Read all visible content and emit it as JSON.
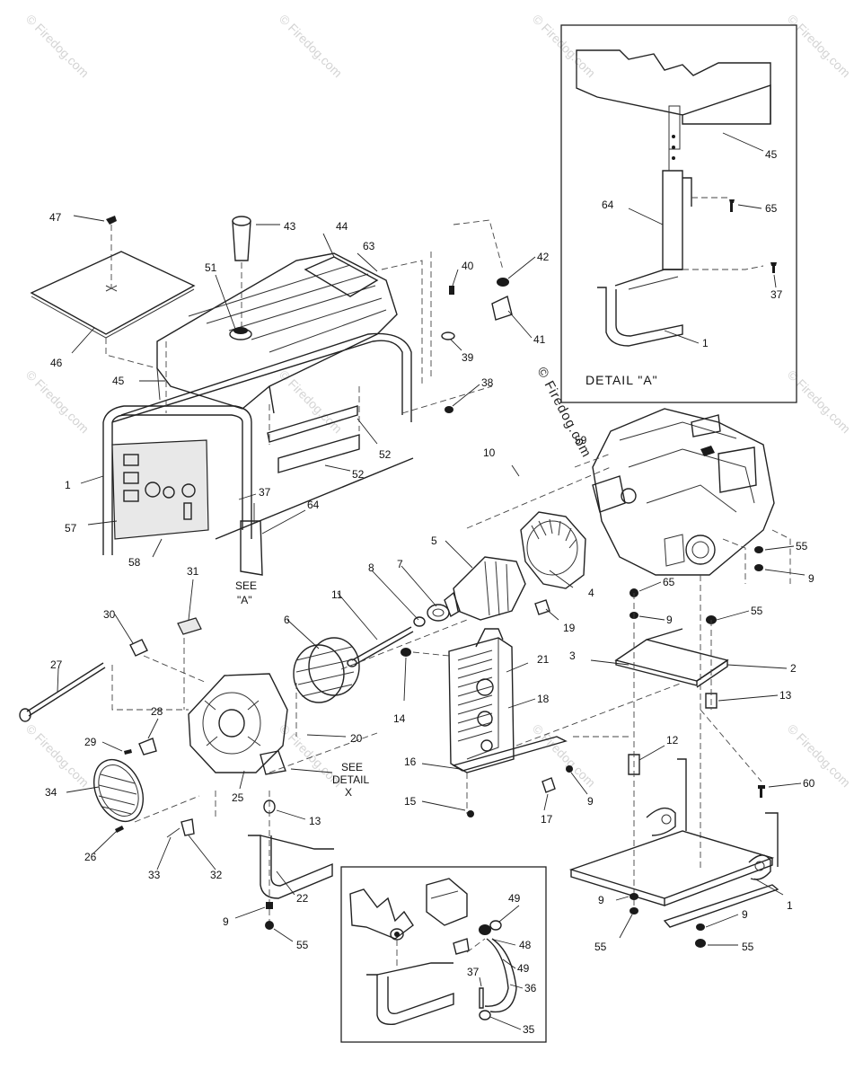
{
  "watermark": "© Firedog.com",
  "detail_a": {
    "title": "DETAIL  \"A\""
  },
  "see_a": {
    "line1": "SEE",
    "line2": "\"A\""
  },
  "see_detail_x": {
    "line1": "SEE",
    "line2": "DETAIL",
    "line3": "X"
  },
  "callouts": {
    "c47": "47",
    "c43": "43",
    "c44": "44",
    "c63": "63",
    "c51": "51",
    "c46": "46",
    "c45": "45",
    "c1_frame": "1",
    "c57": "57",
    "c58": "58",
    "c37_frame": "37",
    "c64_frame": "64",
    "c52a": "52",
    "c52b": "52",
    "c40": "40",
    "c42": "42",
    "c41": "41",
    "c39": "39",
    "c38": "38",
    "c10": "10",
    "c59": "59",
    "c5": "5",
    "c4": "4",
    "c8": "8",
    "c7": "7",
    "c6": "6",
    "c11": "11",
    "c19": "19",
    "c31": "31",
    "c30": "30",
    "c27": "27",
    "c28": "28",
    "c29": "29",
    "c34": "34",
    "c25": "25",
    "c26": "26",
    "c33": "33",
    "c32": "32",
    "c13_left": "13",
    "c22": "22",
    "c9_left": "9",
    "c55_left": "55",
    "c20": "20",
    "c21": "21",
    "c18": "18",
    "c14": "14",
    "c16": "16",
    "c15": "15",
    "c17": "17",
    "c9_mid": "9",
    "c3": "3",
    "c2": "2",
    "c13_right": "13",
    "c12": "12",
    "c65_right": "65",
    "c9_right_a": "9",
    "c55_right_a": "55",
    "c55_right_b": "55",
    "c9_right_b": "9",
    "c60": "60",
    "c1_base": "1",
    "c9_base_l": "9",
    "c55_base_l": "55",
    "c9_base_r": "9",
    "c55_base_r": "55",
    "c45_detail": "45",
    "c64_detail": "64",
    "c65_detail": "65",
    "c37_detail": "37",
    "c1_detail": "1",
    "c49a": "49",
    "c48": "48",
    "c49b": "49",
    "c37_inset": "37",
    "c36": "36",
    "c35": "35"
  }
}
